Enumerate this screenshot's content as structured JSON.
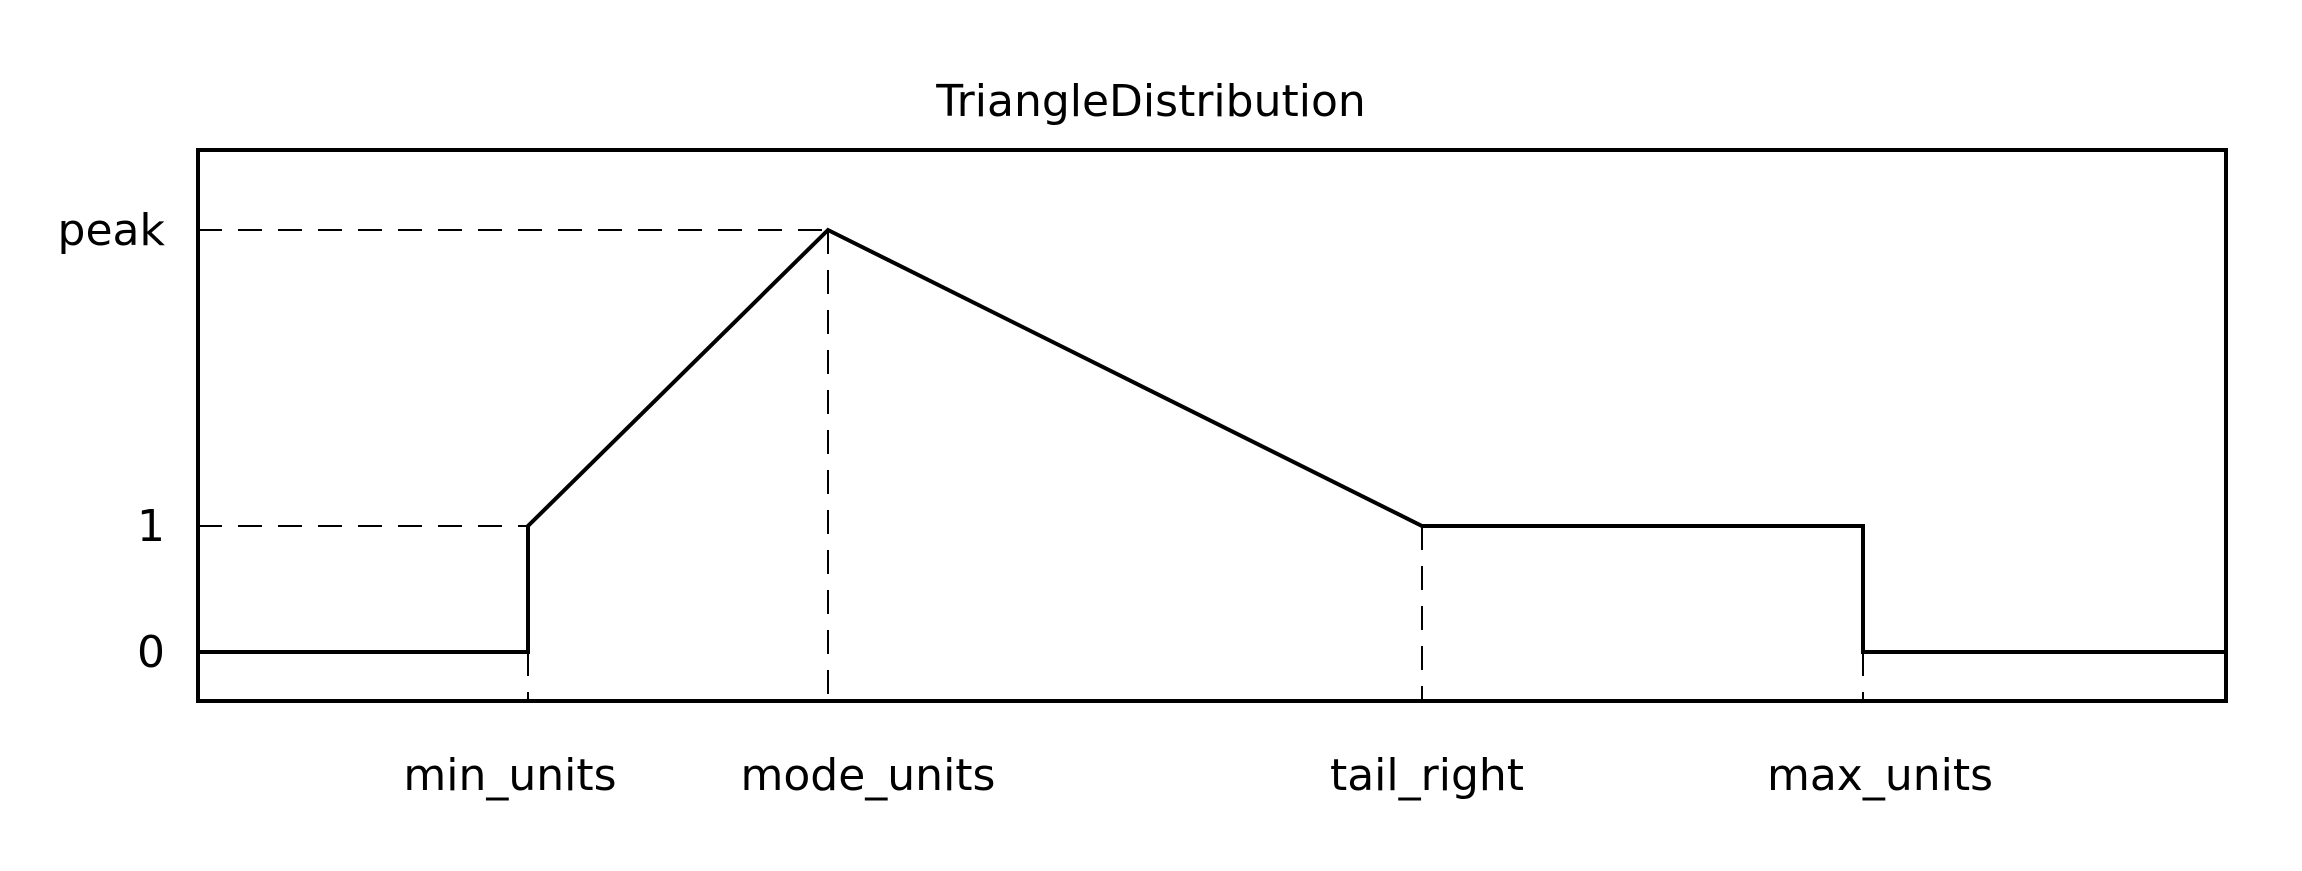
{
  "chart_data": {
    "type": "line",
    "title": "TriangleDistribution",
    "x_ticks": [
      {
        "key": "min",
        "label": "min_units"
      },
      {
        "key": "mode",
        "label": "mode_units"
      },
      {
        "key": "tail",
        "label": "tail_right"
      },
      {
        "key": "max",
        "label": "max_units"
      }
    ],
    "y_ticks": [
      {
        "key": "zero",
        "label": "0"
      },
      {
        "key": "one",
        "label": "1"
      },
      {
        "key": "peak",
        "label": "peak"
      }
    ],
    "series": [
      {
        "points": [
          {
            "x": "start",
            "y": "zero"
          },
          {
            "x": "min",
            "y": "zero"
          },
          {
            "x": "min",
            "y": "one"
          },
          {
            "x": "mode",
            "y": "peak"
          },
          {
            "x": "tail",
            "y": "one"
          },
          {
            "x": "max",
            "y": "one"
          },
          {
            "x": "max",
            "y": "zero"
          },
          {
            "x": "end",
            "y": "zero"
          }
        ]
      }
    ],
    "color": "#000000"
  }
}
